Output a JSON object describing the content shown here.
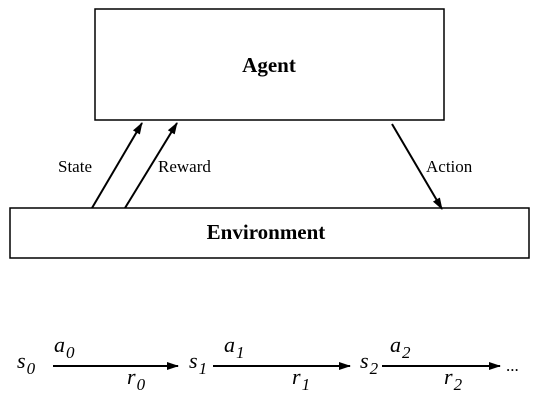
{
  "agent_label": "Agent",
  "environment_label": "Environment",
  "state_label": "State",
  "reward_label": "Reward",
  "action_label": "Action",
  "sequence": {
    "steps": [
      {
        "s": "s",
        "s_sub": "0",
        "a": "a",
        "a_sub": "0",
        "r": "r",
        "r_sub": "0"
      },
      {
        "s": "s",
        "s_sub": "1",
        "a": "a",
        "a_sub": "1",
        "r": "r",
        "r_sub": "1"
      },
      {
        "s": "s",
        "s_sub": "2",
        "a": "a",
        "a_sub": "2",
        "r": "r",
        "r_sub": "2"
      }
    ],
    "ellipsis": "..."
  }
}
